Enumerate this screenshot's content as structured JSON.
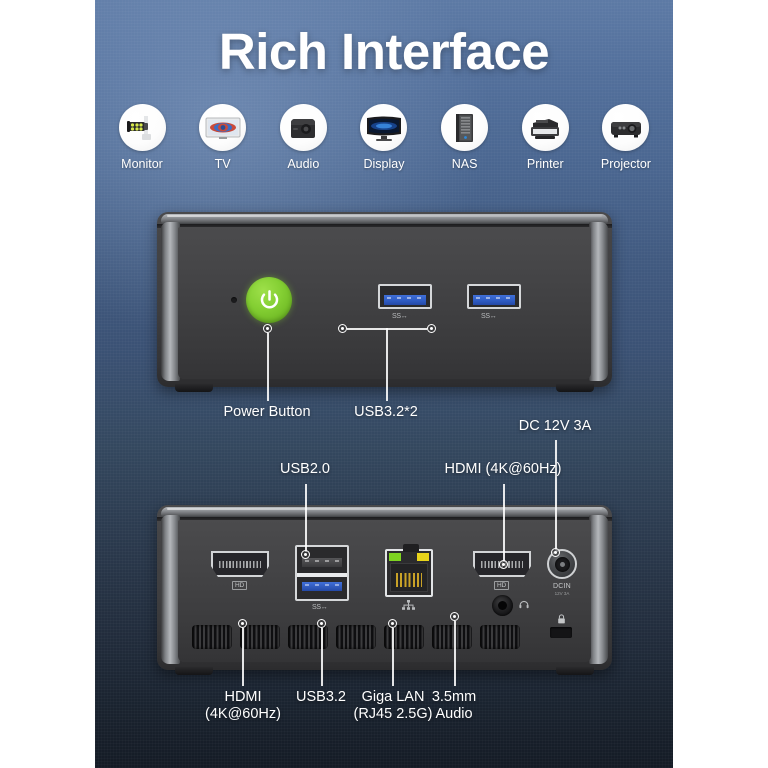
{
  "header": {
    "title": "Rich Interface"
  },
  "compatibility": {
    "items": [
      {
        "label": "Monitor",
        "icon": "security-camera-icon"
      },
      {
        "label": "TV",
        "icon": "television-icon"
      },
      {
        "label": "Audio",
        "icon": "speaker-icon"
      },
      {
        "label": "Display",
        "icon": "curved-monitor-icon"
      },
      {
        "label": "NAS",
        "icon": "nas-tower-icon"
      },
      {
        "label": "Printer",
        "icon": "printer-icon"
      },
      {
        "label": "Projector",
        "icon": "projector-icon"
      }
    ]
  },
  "front_panel": {
    "ports": [
      {
        "name": "power-button",
        "marking": ""
      },
      {
        "name": "usb-port-1",
        "marking": "SS↔"
      },
      {
        "name": "usb-port-2",
        "marking": "SS↔"
      }
    ],
    "callouts": [
      {
        "label": "Power Button"
      },
      {
        "label": "USB3.2*2"
      }
    ]
  },
  "rear_panel": {
    "port_markings": {
      "hdmi_left": "HD",
      "hdmi_right": "HD",
      "usb_ss": "SS↔",
      "lan_icon": "network-icon",
      "audio_icon": "headphone-icon",
      "dcin": "DCIN",
      "dcin_sub": "12V  3A",
      "lock_icon": "lock-icon"
    },
    "callouts_top": [
      {
        "label": "USB2.0"
      },
      {
        "label": "HDMI (4K@60Hz)"
      },
      {
        "label": "DC 12V 3A"
      }
    ],
    "callouts_bottom": [
      {
        "label": "HDMI\n(4K@60Hz)"
      },
      {
        "label": "USB3.2"
      },
      {
        "label": "Giga LAN\n(RJ45 2.5G)"
      },
      {
        "label": "3.5mm\nAudio"
      }
    ]
  },
  "colors": {
    "background_top": "#5d7aa5",
    "background_bottom": "#141b25",
    "power_button_green": "#84cf33",
    "usb3_blue": "#2f5cc4",
    "lan_led_green": "#7ed321",
    "lan_led_yellow": "#e8d41a",
    "text_white": "#ffffff"
  }
}
